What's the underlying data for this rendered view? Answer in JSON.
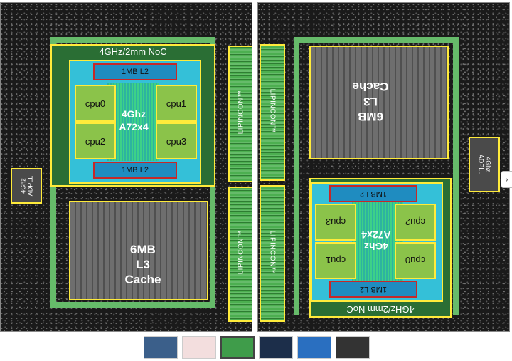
{
  "left_die": {
    "noc_label": "4GHz/2mm NoC",
    "l2_top": "1MB L2",
    "l2_bottom": "1MB L2",
    "cores": [
      "cpu0",
      "cpu1",
      "cpu2",
      "cpu3"
    ],
    "cluster_label_1": "4Ghz",
    "cluster_label_2": "A72x4",
    "l3_label_1": "6MB",
    "l3_label_2": "L3",
    "l3_label_3": "Cache",
    "adpll_label_1": "4Ghz",
    "adpll_label_2": "ADPLL",
    "lipincon_top": "LIPINCON™",
    "lipincon_bottom": "LIPINCON™"
  },
  "right_die": {
    "noc_label": "4GHz/2mm NoC",
    "l2_top": "1MB L2",
    "l2_bottom": "1MB L2",
    "cores": [
      "cpu0",
      "cpu1",
      "cpu2",
      "cpu3"
    ],
    "cluster_label_1": "4Ghz",
    "cluster_label_2": "A72x4",
    "l3_label_1": "6MB",
    "l3_label_2": "L3",
    "l3_label_3": "Cache",
    "adpll_label_1": "4Ghz",
    "adpll_label_2": "ADPLL",
    "lipincon_top": "LIPINCON™",
    "lipincon_bottom": "LIPINCON™"
  },
  "carousel": {
    "next_icon": "›",
    "thumbnails": [
      {
        "name": "thumb-1",
        "color": "#3b5f8a",
        "active": false
      },
      {
        "name": "thumb-2",
        "color": "#f3dede",
        "active": false
      },
      {
        "name": "thumb-3",
        "color": "#3f9c4a",
        "active": true
      },
      {
        "name": "thumb-4",
        "color": "#1c2e4a",
        "active": false
      },
      {
        "name": "thumb-5",
        "color": "#2a6fc0",
        "active": false
      },
      {
        "name": "thumb-6",
        "color": "#333333",
        "active": false
      }
    ]
  },
  "colors": {
    "noc_green": "#4caf50",
    "outline_yellow": "#ffeb3b",
    "l2_red": "#c62828",
    "cluster_cyan": "#34c0d8",
    "die_black": "#1a1a1a"
  }
}
